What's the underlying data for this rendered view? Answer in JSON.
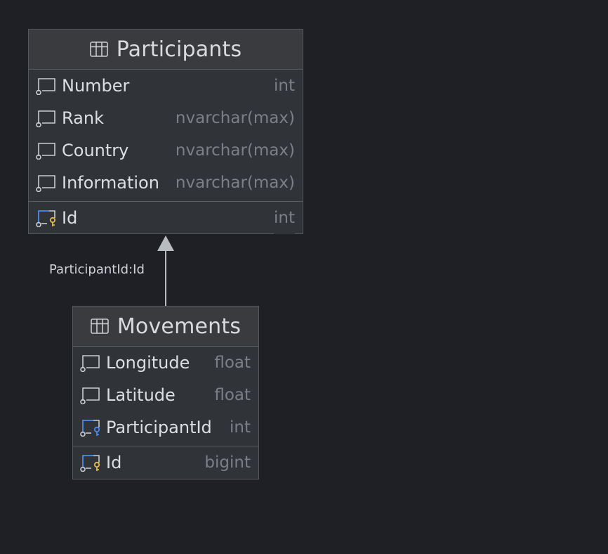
{
  "colors": {
    "background": "#1f1f26",
    "entity_body": "#303338",
    "entity_header": "#3a3b3e",
    "column_name": "#dcdfe2",
    "column_type": "#7c7f86",
    "foreign_key_icon": "#4d8ae8",
    "primary_key_icon": "#e8b84d"
  },
  "entities": [
    {
      "title": "Participants",
      "columns": [
        {
          "name": "Number",
          "type": "int",
          "icon": "column-icon"
        },
        {
          "name": "Rank",
          "type": "nvarchar(max)",
          "icon": "column-icon"
        },
        {
          "name": "Country",
          "type": "nvarchar(max)",
          "icon": "column-icon"
        },
        {
          "name": "Information",
          "type": "nvarchar(max)",
          "icon": "column-icon"
        }
      ],
      "keys": [
        {
          "name": "Id",
          "type": "int",
          "icon": "primary-key-column-icon"
        }
      ]
    },
    {
      "title": "Movements",
      "columns": [
        {
          "name": "Longitude",
          "type": "float",
          "icon": "column-icon"
        },
        {
          "name": "Latitude",
          "type": "float",
          "icon": "column-icon"
        },
        {
          "name": "ParticipantId",
          "type": "int",
          "icon": "foreign-key-column-icon"
        }
      ],
      "keys": [
        {
          "name": "Id",
          "type": "bigint",
          "icon": "primary-key-column-icon"
        }
      ]
    }
  ],
  "relationships": [
    {
      "label": "ParticipantId:Id",
      "from": "Movements",
      "to": "Participants"
    }
  ]
}
